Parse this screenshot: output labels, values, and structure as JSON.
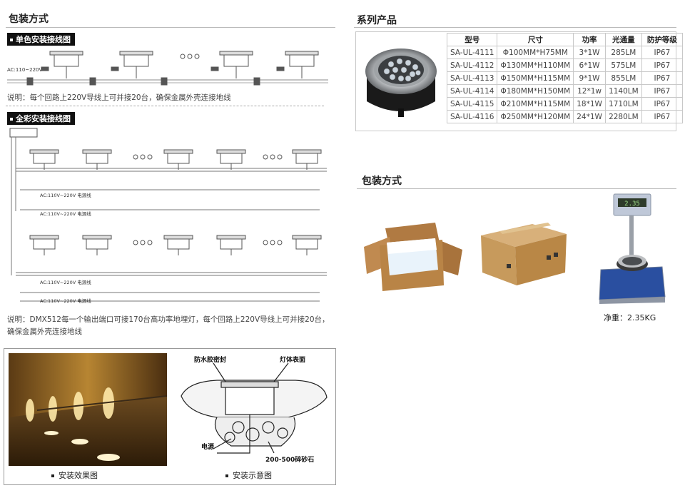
{
  "left": {
    "title": "包装方式",
    "single": {
      "tag": "单色安装接线图",
      "ac_label": "AC:110~220V",
      "note": "说明：每个回路上220V导线上可并接20台，确保金属外壳连接地线"
    },
    "rgb": {
      "tag": "全彩安装接线图",
      "ac_label_1": "AC:110V~220V 电源线",
      "ac_label_2": "AC:110V~220V 电源线",
      "ac_label_3": "AC:110V~220V 电源线",
      "ac_label_4": "AC:110V~220V 电源线",
      "note_line1": "说明：DMX512每一个输出端口可接170台高功率地埋灯，每个回路上220V导线上可并接20台，",
      "note_line2": "确保金属外壳连接地线"
    },
    "install": {
      "effect_caption": "安装效果图",
      "diagram_caption": "安装示意图",
      "label_seal": "防水胶密封",
      "label_surface": "灯体表面",
      "label_power": "电源",
      "label_gravel": "200-500碎砂石"
    }
  },
  "right": {
    "series_title": "系列产品",
    "table": {
      "headers": [
        "型号",
        "尺寸",
        "功率",
        "光通量",
        "防护等级"
      ],
      "rows": [
        [
          "SA-UL-4111",
          "Φ100MM*H75MM",
          "3*1W",
          "285LM",
          "IP67"
        ],
        [
          "SA-UL-4112",
          "Φ130MM*H110MM",
          "6*1W",
          "575LM",
          "IP67"
        ],
        [
          "SA-UL-4113",
          "Φ150MM*H115MM",
          "9*1W",
          "855LM",
          "IP67"
        ],
        [
          "SA-UL-4114",
          "Φ180MM*H150MM",
          "12*1w",
          "1140LM",
          "IP67"
        ],
        [
          "SA-UL-4115",
          "Φ210MM*H115MM",
          "18*1W",
          "1710LM",
          "IP67"
        ],
        [
          "SA-UL-4116",
          "Φ250MM*H120MM",
          "24*1W",
          "2280LM",
          "IP67"
        ]
      ]
    },
    "pack_title": "包装方式",
    "scale_reading": "2.35",
    "net_weight": "净重：2.35KG"
  }
}
